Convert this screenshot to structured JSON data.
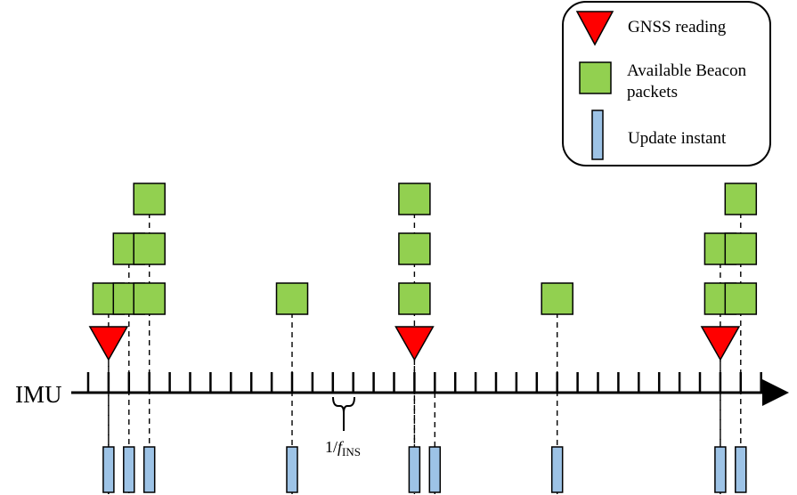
{
  "axis_label": "IMU",
  "interval_label_prefix": "1/",
  "interval_label_f": "f",
  "interval_label_sub": "INS",
  "legend": {
    "gnss": "GNSS reading",
    "beacon_line1": "Available Beacon",
    "beacon_line2": "packets",
    "update": "Update instant"
  },
  "colors": {
    "gnss": "#ff0000",
    "beacon": "#92d050",
    "update": "#9dc3e6",
    "stroke": "#000000"
  },
  "events": {
    "gnss_ticks": [
      1,
      16,
      31
    ],
    "beacon_stack_ticks": [
      1,
      2,
      3,
      10,
      16,
      17,
      23,
      31,
      32
    ],
    "beacon_counts": {
      "1": 1,
      "2": 2,
      "3": 3,
      "10": 1,
      "16": 3,
      "17": 0,
      "23": 1,
      "31": 2,
      "32": 3
    },
    "update_ticks": [
      1,
      2,
      3,
      10,
      16,
      17,
      23,
      31,
      32
    ]
  }
}
